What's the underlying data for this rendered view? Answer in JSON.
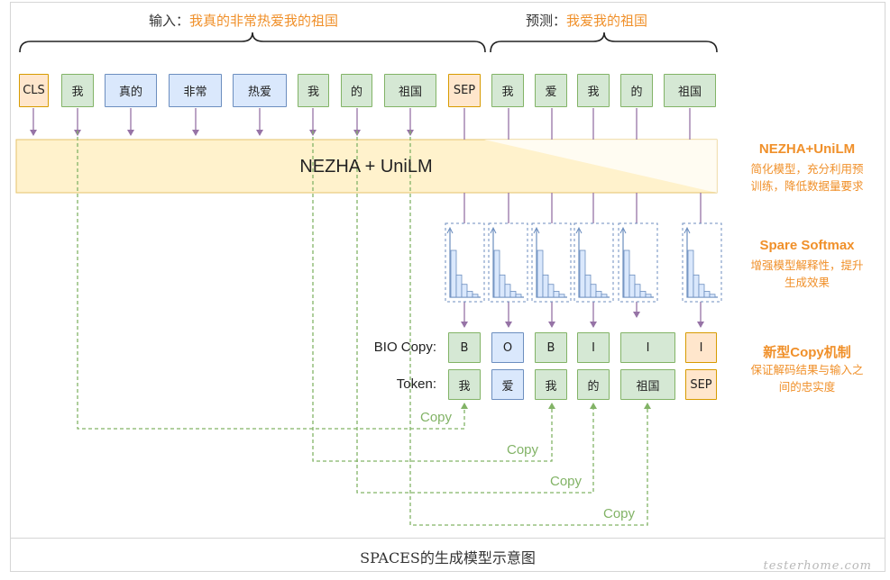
{
  "header": {
    "input_prefix": "输入：",
    "input_text": "我真的非常热爱我的祖国",
    "predict_prefix": "预测：",
    "predict_text": "我爱我的祖国"
  },
  "input_tokens": [
    {
      "label": "CLS",
      "color": "orange"
    },
    {
      "label": "我",
      "color": "green"
    },
    {
      "label": "真的",
      "color": "blue"
    },
    {
      "label": "非常",
      "color": "blue"
    },
    {
      "label": "热爱",
      "color": "blue"
    },
    {
      "label": "我",
      "color": "green"
    },
    {
      "label": "的",
      "color": "green"
    },
    {
      "label": "祖国",
      "color": "green"
    },
    {
      "label": "SEP",
      "color": "orange"
    }
  ],
  "predict_tokens": [
    {
      "label": "我",
      "color": "green"
    },
    {
      "label": "爱",
      "color": "green"
    },
    {
      "label": "我",
      "color": "green"
    },
    {
      "label": "的",
      "color": "green"
    },
    {
      "label": "祖国",
      "color": "green"
    }
  ],
  "model_label": "NEZHA + UniLM",
  "side_notes": {
    "model_title": "NEZHA+UniLM",
    "model_desc_1": "简化模型，充分利用预",
    "model_desc_2": "训练，降低数据量要求",
    "softmax_title": "Spare Softmax",
    "softmax_desc_1": "增强模型解释性，提升",
    "softmax_desc_2": "生成效果",
    "copy_title": "新型Copy机制",
    "copy_desc_1": "保证解码结果与输入之",
    "copy_desc_2": "间的忠实度"
  },
  "bio_label": "BIO Copy:",
  "token_label": "Token:",
  "bio_row": [
    {
      "label": "B",
      "color": "green"
    },
    {
      "label": "O",
      "color": "blue"
    },
    {
      "label": "B",
      "color": "green"
    },
    {
      "label": "I",
      "color": "green"
    },
    {
      "label": "I",
      "color": "green"
    },
    {
      "label": "I",
      "color": "orange"
    }
  ],
  "token_row": [
    {
      "label": "我",
      "color": "green"
    },
    {
      "label": "爱",
      "color": "blue"
    },
    {
      "label": "我",
      "color": "green"
    },
    {
      "label": "的",
      "color": "green"
    },
    {
      "label": "祖国",
      "color": "green"
    },
    {
      "label": "SEP",
      "color": "orange"
    }
  ],
  "copy_labels": [
    "Copy",
    "Copy",
    "Copy",
    "Copy"
  ],
  "caption": "SPACES的生成模型示意图",
  "watermark": "testerhome.com",
  "colors": {
    "green_fill": "#d5e8d4",
    "green_stroke": "#82b366",
    "blue_fill": "#dae8fc",
    "blue_stroke": "#6c8ebf",
    "orange_fill": "#ffe6cc",
    "orange_stroke": "#d79b00",
    "model_fill": "#fff2cc",
    "arrow": "#9673a6",
    "accent": "#f0902a"
  }
}
